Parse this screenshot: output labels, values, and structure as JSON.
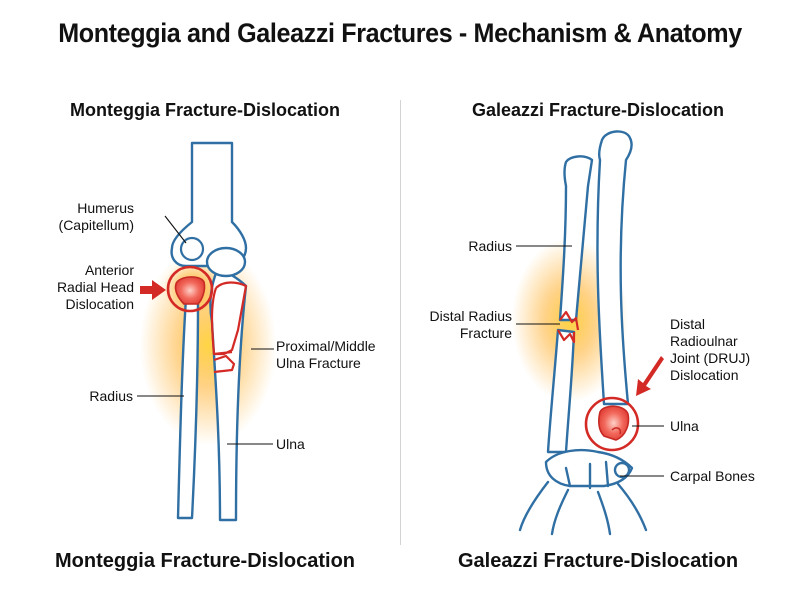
{
  "title": "Monteggia and Galeazzi Fractures - Mechanism & Anatomy",
  "colors": {
    "bone": "#2f6fa3",
    "fracture": "#d42a25",
    "glow": "#ffb02e"
  },
  "monteggia": {
    "heading": "Monteggia Fracture-Dislocation",
    "caption": "Monteggia Fracture-Dislocation",
    "labels": {
      "humerus_1": "Humerus",
      "humerus_2": "(Capitellum)",
      "dislocation_1": "Anterior",
      "dislocation_2": "Radial Head",
      "dislocation_3": "Dislocation",
      "fracture_1": "Proximal/Middle",
      "fracture_2": "Ulna Fracture",
      "radius": "Radius",
      "ulna": "Ulna"
    }
  },
  "galeazzi": {
    "heading": "Galeazzi Fracture-Dislocation",
    "caption": "Galeazzi Fracture-Dislocation",
    "labels": {
      "radius": "Radius",
      "fracture_1": "Distal Radius",
      "fracture_2": "Fracture",
      "druj_1": "Distal",
      "druj_2": "Radioulnar",
      "druj_3": "Joint (DRUJ)",
      "druj_4": "Dislocation",
      "ulna": "Ulna",
      "carpal": "Carpal Bones"
    }
  }
}
